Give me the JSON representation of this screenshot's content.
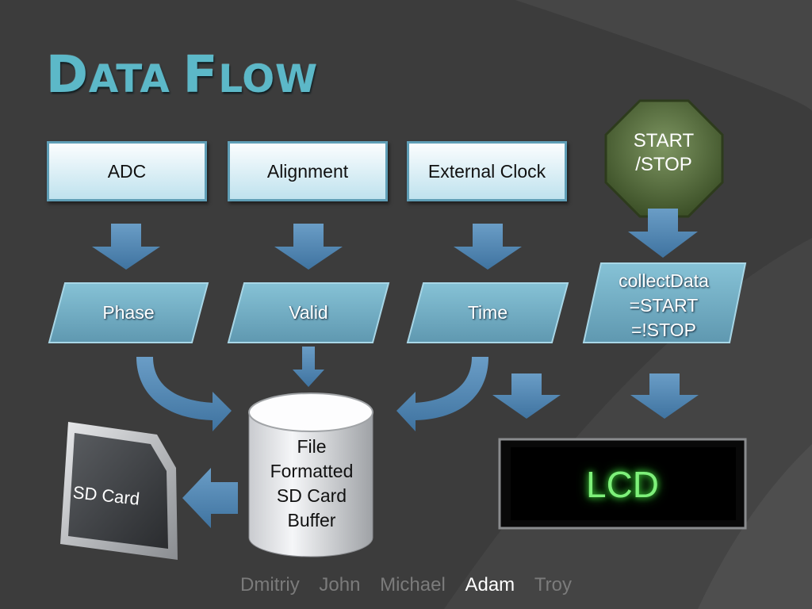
{
  "slide": {
    "title_first": "D",
    "title_rest1": "ATA",
    "title_second": "F",
    "title_rest2": "LOW"
  },
  "inputs": [
    "ADC",
    "Alignment",
    "External Clock"
  ],
  "signals": [
    "Phase",
    "Valid",
    "Time"
  ],
  "start_stop": "START /STOP",
  "start_stop_lines": [
    "START",
    "/STOP"
  ],
  "collect_data_lines": [
    "collectData",
    "=START",
    "=!STOP"
  ],
  "buffer_lines": [
    "File",
    "Formatted",
    "SD Card",
    "Buffer"
  ],
  "lcd": "LCD",
  "sd_card": "SD Card",
  "team": {
    "names": [
      "Dmitriy",
      "John",
      "Michael",
      "Adam",
      "Troy"
    ],
    "current": "Adam"
  },
  "colors": {
    "background": "#3c3c3c",
    "title": "#5cb8c8",
    "arrow": "#5b8fba",
    "box_border": "#5f9eb6",
    "stop_sign": "#5c7442",
    "lcd_text": "#7ef07a"
  }
}
